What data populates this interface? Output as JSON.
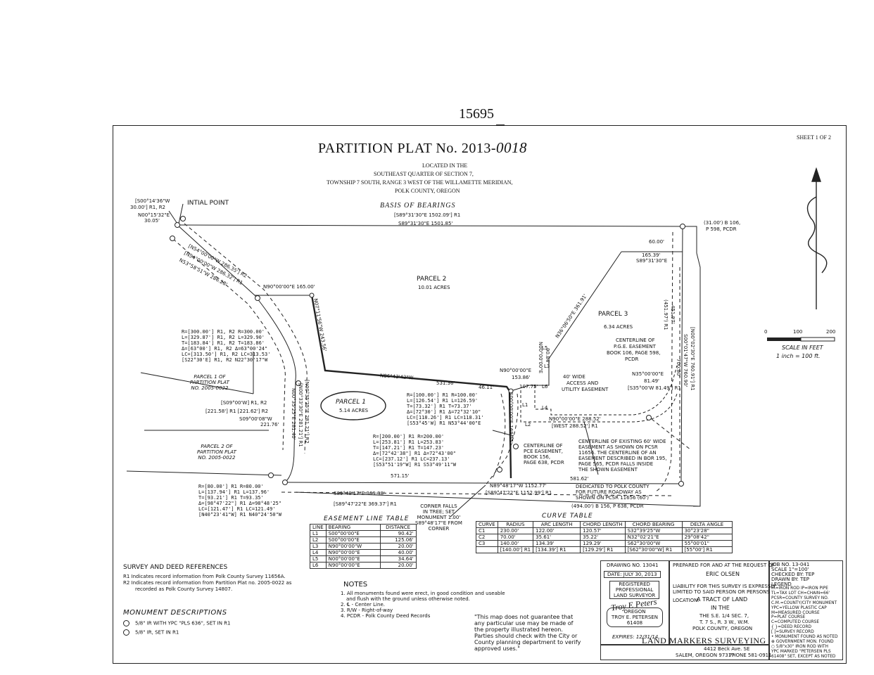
{
  "header": {
    "number": "15695",
    "sheet": "SHEET 1 OF 2",
    "title": "PARTITION PLAT No. 2013-",
    "title_hand": "0018",
    "location": [
      "LOCATED IN THE",
      "SOUTHEAST QUARTER OF SECTION 7,",
      "TOWNSHIP 7 SOUTH, RANGE 3 WEST OF THE WILLAMETTE MERIDIAN,",
      "POLK COUNTY, OREGON"
    ]
  },
  "plat": {
    "basis_title": "BASIS OF BEARINGS",
    "basis_record": "[S89°31'30\"E  1502.09'] R1",
    "basis_measured": "S89°31'30\"E  1501.85'",
    "initial_point": "INTIAL POINT",
    "ip_record_1": "[S00°14'36\"W",
    "ip_record_2": "30.00'] R1, R2",
    "ip_bearing": "N00°15'32\"E",
    "ip_dist": "30.05'",
    "nw_1": "[N54°00'00\"W 286.35'] R2",
    "nw_2": "[N54°00'00\"W 286.32'] R1",
    "nw_3": "N53°58'51\"W  286.28'",
    "parcel2": "PARCEL 2",
    "parcel2_area": "10.01 ACRES",
    "parcel3": "PARCEL 3",
    "parcel3_area": "6.34 ACRES",
    "parcel1": "PARCEL 1",
    "parcel1_area": "5.14 ACRES",
    "n90_165": "N90°00'00\"E  165.00'",
    "n07": "N07°11'56\"W  243.56'",
    "n86": "N86°43'42\"W",
    "d531": "531.36'",
    "d46": "46.11'",
    "n90_153_b": "N90°00'00\"E",
    "n90_153_d": "153.86'",
    "d107": "107.75'",
    "n00_90": "N00°00'00\"E",
    "d90": "90.84'",
    "n36": "N36°06'50\"E  361.91'",
    "d60": "60.00'",
    "d165": "165.39'",
    "s89_31": "S89°31'30\"E",
    "corner_ne_1": "(31.00') B 106,",
    "corner_ne_2": "P 598, PCDR",
    "rec_451": "(451.97') R1",
    "d451": "451.97'",
    "rec_760": "[N00°02'30\"E 760.91'] R1",
    "s00_760": "S00°01'47\"W  760.90'",
    "d700": "700.80'",
    "cl_pge": [
      "CENTERLINE OF",
      "P.G.E. EASEMENT",
      "BOOK 106, PAGE 598,",
      "PCDR"
    ],
    "wide40": [
      "40' WIDE",
      "ACCESS AND",
      "UTILITY EASEMENT"
    ],
    "n35_b": "N35°00'00\"E",
    "n35_d": "81.49'",
    "n35_r": "[S35°00'W  81.49'] R1",
    "n90_288": "N90°00'00\"E  288.52'",
    "west_288": "[WEST 288.52'] R1",
    "curve_l1": [
      "R=[300.00'] R1, R2  R=300.00'",
      "L=[329.87'] R1, R2  L=329.90'",
      "T=[183.84'] R1, R2  T=183.86'",
      "Δ=[63°00'] R1, R2  Δ=63°00'24\"",
      "LC=[313.50'] R1, R2  LC=313.53'",
      "[S22°30'E] R1, R2  N22°30'17\"W"
    ],
    "curve_l2": [
      "R=[80.00'] R1    R=80.00'",
      "L=[137.94'] R1   L=137.96'",
      "T=[93.21'] R1    T=93.35'",
      "Δ=[98°47'22\"] R1 Δ=98°48'25\"",
      "LC=[121.47'] R1  LC=121.49'",
      "[N40°23'41\"W] R1 N40°24'50\"W"
    ],
    "curve_c1": [
      "R=[100.00'] R1   R=100.00'",
      "L=[126.54'] R1   L=126.59'",
      "T=[73.32'] R1    T=73.37'",
      "Δ=[72°30'] R1    Δ=72°32'10\"",
      "LC=[118.26'] R1  LC=118.31'",
      "[S53°45'W] R1    N53°44'00\"E"
    ],
    "curve_c2": [
      "R=[200.00'] R1   R=200.00'",
      "L=[253.81'] R1   L=253.83'",
      "T=[147.21'] R1   T=147.23'",
      "Δ=[72°42'38\"] R1 Δ=72°43'00\"",
      "LC=[237.12'] R1  LC=237.13'",
      "[S53°51'19\"W] R1 S53°49'11\"W"
    ],
    "partition1": [
      "PARCEL 1 OF",
      "PARTITION PLAT",
      "NO. 2005-0022"
    ],
    "partition2": [
      "PARCEL 2 OF",
      "PARTITION PLAT",
      "NO. 2005-0022"
    ],
    "s09_rec": "[S09°00'W] R1, R2",
    "d221_rec": "[221.58'] R1  [221.62'] R2",
    "s09": "S09°00'08\"W",
    "d221": "221.76'",
    "n00_281": "N00°35'25\"E  281.40'",
    "n00_281_r1": "[N00°35'25\"E 281.21'] R2",
    "n00_281_r2": "[N00°33'30\"E 281.21'] R1",
    "d571": "571.15'",
    "s89_48": "S89°48'17\"E  369.38'",
    "s89_48_r": "[S89°47'22\"E  369.37'] R1",
    "n89_48": "N89°48'17\"W  1152.77'",
    "n89_48_r": "[S89°47'22\"E  1152.99'] R1",
    "d581": "581.62'",
    "corner_falls": [
      "CORNER FALLS",
      "IN TREE; SET",
      "MONUMENT 1.00'",
      "S89°48'17\"E FROM",
      "CORNER"
    ],
    "cl_pce": [
      "CENTERLINE OF",
      "PCE EASEMENT,",
      "BOOK 156,",
      "PAGE 638, PCDR"
    ],
    "cl_60": [
      "CENTERLINE OF EXISTING 60' WIDE",
      "EASEMENT AS SHOWN ON PCSR",
      "11656. THE CENTERLINE OF AN",
      "EASEMENT DESCRIBED IN BOR 195,",
      "PAGE 565, PCDR FALLS INSIDE",
      "THE SHOWN EASEMENT"
    ],
    "dedicated": [
      "DEDICATED TO POLK COUNTY",
      "FOR FUTURE ROADWAY AS",
      "SHOWN ON PCSR 11656 (60')"
    ],
    "b156": "(494.00') B 156, P 638, PCDR",
    "s00_169": "S00°00'00\"E 169.55'",
    "L1": "L1",
    "L2": "L2",
    "L3": "L3",
    "L4": "L4",
    "L5": "L5",
    "L6": "L6"
  },
  "scale": {
    "labels": [
      "0",
      "100",
      "200"
    ],
    "caption": "SCALE IN FEET",
    "ratio": "1 inch = 100 ft."
  },
  "easement_table": {
    "title": "EASEMENT LINE TABLE",
    "headers": [
      "LINE",
      "BEARING",
      "DISTANCE"
    ],
    "rows": [
      [
        "L1",
        "S00°00'00\"E",
        "90.42'"
      ],
      [
        "L2",
        "S00°00'00\"E",
        "125.06'"
      ],
      [
        "L3",
        "N90°00'00\"W",
        "20.00'"
      ],
      [
        "L4",
        "N90°00'00\"E",
        "40.00'"
      ],
      [
        "L5",
        "N00°00'00\"E",
        "34.64'"
      ],
      [
        "L6",
        "N90°00'00\"E",
        "20.00'"
      ]
    ]
  },
  "curve_table": {
    "title": "CURVE TABLE",
    "headers": [
      "CURVE",
      "RADIUS",
      "ARC LENGTH",
      "CHORD LENGTH",
      "CHORD BEARING",
      "DELTA ANGLE"
    ],
    "rows": [
      [
        "C1",
        "230.00'",
        "122.00'",
        "120.57'",
        "S32°39'25\"W",
        "30°23'28\""
      ],
      [
        "C2",
        "70.00'",
        "35.61'",
        "35.22'",
        "N32°02'21\"E",
        "29°08'42\""
      ],
      [
        "C3",
        "140.00'",
        "134.39'",
        "129.29'",
        "S62°30'00\"W",
        "55°00'01\""
      ],
      [
        "",
        "[140.00'] R1",
        "[134.39'] R1",
        "[129.29'] R1",
        "[S62°30'00\"W] R1",
        "[55°00'] R1"
      ]
    ]
  },
  "refs": {
    "title": "SURVEY AND DEED REFERENCES",
    "r1": "R1  Indicates record information from Polk County Survey 11656A.",
    "r2a": "R2  Indicates record information from Partition Plat no. 2005-0022 as",
    "r2b": "recorded as Polk County Survey 14807."
  },
  "monuments": {
    "title": "MONUMENT DESCRIPTIONS",
    "a": "5/8\" IR WITH YPC \"PLS 636\", SET IN R1",
    "b": "5/8\" IR, SET IN R1"
  },
  "notes": {
    "title": "NOTES",
    "items": [
      "1. All monuments found were erect, in good condition and useable",
      "and flush with the ground unless otherwise noted.",
      "2. ℄ - Center Line.",
      "3. R/W - Right-of-way",
      "4. PCDR - Polk County Deed Records"
    ],
    "disclaimer": [
      "\"This map does not guarantee that",
      "any particular use may be made of",
      "the property illustrated hereon.",
      "Parties should check with the City or",
      "County planning department to verify",
      "approved uses.\""
    ]
  },
  "title_block": {
    "drawing_no": "DRAWING NO.  13041",
    "date": "DATE: JULY 30, 2013",
    "registered": [
      "REGISTERED",
      "PROFESSIONAL",
      "LAND SURVEYOR"
    ],
    "oregon": "OREGON",
    "surveyor": "TROY E. PETERSEN",
    "license": "61408",
    "expires": "EXPIRES: 12/31/14",
    "prepared": "PREPARED FOR AND AT THE REQUEST OF",
    "client": "ERIC OLSEN",
    "liability": [
      "LIABILITY FOR THIS SURVEY IS EXPRESSLY",
      "LIMITED TO SAID PERSON OR PERSONS"
    ],
    "location_label": "LOCATION:",
    "location": [
      "A TRACT OF LAND",
      "IN THE",
      "THE S.E. 1/4 SEC. 7,",
      "T. 7 S., R. 3 W., W.M.",
      "POLK COUNTY, OREGON"
    ],
    "firm": "LAND MARKERS SURVEYING",
    "address": [
      "4412 Beck Ave. SE",
      "SALEM, OREGON 97317"
    ],
    "phone": "PHONE 581-0911",
    "job": "JOB NO.   13-041",
    "scale": "SCALE     1\"=100'",
    "checked": "CHECKED BY:  TEP",
    "drawn": "DRAWN BY:  TEP",
    "legend_title": "LEGEND",
    "legend": [
      "IR=IRON ROD   IP=IRON PIPE",
      "TL=TAX LOT  CH=CHAIN=66'",
      "PCSR=COUNTY SURVEY NO.",
      "C.M.=COUNTY/CITY MONUMENT",
      "YPC=YELLOW PLASTIC CAP",
      "M=MEASURED COURSE",
      "P=PLAT COURSE",
      "C=COMPUTED COURSE",
      "{ }=DEED RECORD",
      "[ ]=SURVEY RECORD",
      "• MONUMENT FOUND AS NOTED",
      "⊕ GOVERNMENT MON. FOUND",
      "○ 5/8\"x30\" IRON ROD WITH",
      "YPC MARKED \"PETERSEN PLS",
      "61408\" SET, EXCEPT AS NOTED"
    ]
  }
}
